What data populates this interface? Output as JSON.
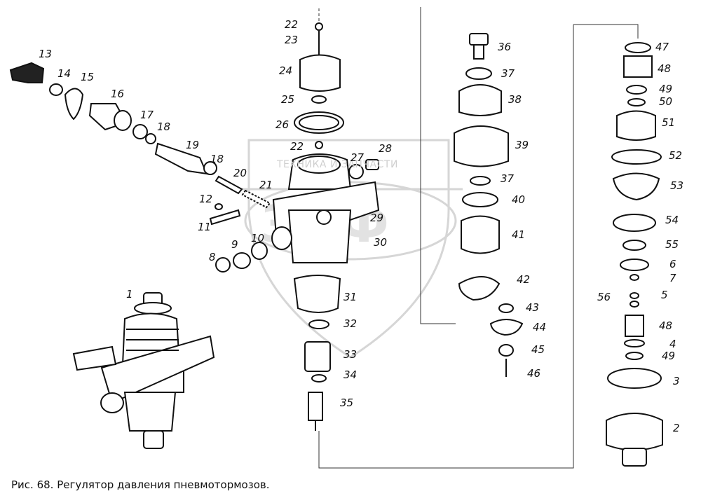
{
  "caption": "Рис. 68. Регулятор давления пневмотормозов.",
  "watermark": "ТЕХНИКА И ЗАПЧАСТИ",
  "part_labels": [
    "1",
    "2",
    "3",
    "4",
    "5",
    "6",
    "7",
    "8",
    "9",
    "10",
    "11",
    "12",
    "13",
    "14",
    "15",
    "16",
    "17",
    "18",
    "19",
    "18",
    "20",
    "21",
    "22",
    "23",
    "24",
    "25",
    "26",
    "22",
    "27",
    "28",
    "29",
    "30",
    "31",
    "32",
    "33",
    "34",
    "35",
    "36",
    "37",
    "38",
    "39",
    "37",
    "40",
    "41",
    "42",
    "43",
    "44",
    "45",
    "46",
    "47",
    "48",
    "49",
    "50",
    "51",
    "52",
    "53",
    "54",
    "55",
    "56",
    "48",
    "49"
  ]
}
